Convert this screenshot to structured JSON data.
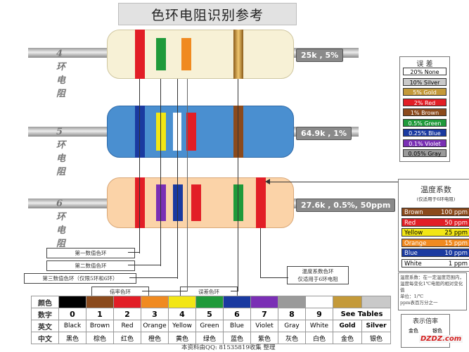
{
  "title": "色环电阻识别参考",
  "resistors": [
    {
      "label": "4环电阻",
      "value": "25k , 5%",
      "body_color": "#f7f1d6",
      "bands": [
        "#e21e26",
        "#1f9a3a",
        "#f08a20",
        "#c89240"
      ]
    },
    {
      "label": "5环电阻",
      "value": "64.9k , 1%",
      "body_color": "#4a8fd0",
      "bands": [
        "#1a3aa0",
        "#f2e615",
        "#ffffff",
        "#e21e26",
        "#8b4a1c"
      ]
    },
    {
      "label": "6环电阻",
      "value": "27.6k , 0.5%, 50ppm",
      "body_color": "#fbd3a8",
      "bands": [
        "#e21e26",
        "#7a2fb5",
        "#1a3aa0",
        "#e21e26",
        "#1f9a3a",
        "#e21e26"
      ]
    }
  ],
  "tolerance": {
    "title": "误 差",
    "rows": [
      {
        "text": "20% None",
        "bg": "#ffffff",
        "fg": "#000000"
      },
      {
        "text": "10% Silver",
        "bg": "#c9c9c9",
        "fg": "#000000"
      },
      {
        "text": "5% Gold",
        "bg": "#c49a3a",
        "fg": "#ffffff"
      },
      {
        "text": "2% Red",
        "bg": "#e21e26",
        "fg": "#ffffff"
      },
      {
        "text": "1% Brown",
        "bg": "#8b4a1c",
        "fg": "#ffffff"
      },
      {
        "text": "0.5% Green",
        "bg": "#1f9a3a",
        "fg": "#ffffff"
      },
      {
        "text": "0.25% Blue",
        "bg": "#1a3aa0",
        "fg": "#ffffff"
      },
      {
        "text": "0.1% Violet",
        "bg": "#7a2fb5",
        "fg": "#ffffff"
      },
      {
        "text": "0.05% Gray",
        "bg": "#9a9a9a",
        "fg": "#000000"
      }
    ]
  },
  "temp_coef": {
    "title": "温度系数",
    "subtitle": "(仅适用于6环电阻)",
    "rows": [
      {
        "color": "Brown",
        "value": "100 ppm",
        "bg": "#8b4a1c",
        "fg": "#ffffff"
      },
      {
        "color": "Red",
        "value": "50 ppm",
        "bg": "#e21e26",
        "fg": "#ffffff"
      },
      {
        "color": "Yellow",
        "value": "25 ppm",
        "bg": "#f2e615",
        "fg": "#000000"
      },
      {
        "color": "Orange",
        "value": "15 ppm",
        "bg": "#f08a20",
        "fg": "#ffffff"
      },
      {
        "color": "Blue",
        "value": "10 ppm",
        "bg": "#1a3aa0",
        "fg": "#ffffff"
      },
      {
        "color": "White",
        "value": "1 ppm",
        "bg": "#ffffff",
        "fg": "#000000"
      }
    ]
  },
  "callouts": {
    "first_digit": "第一数值色环",
    "second_digit": "第二数值色环",
    "third_digit": "第三数值色环（仅限5环和6环）",
    "multiplier": "倍率色环",
    "tolerance": "误差色环",
    "temp_coef_line1": "温度系数色环",
    "temp_coef_line2": "仅适用于6环电阻"
  },
  "note": {
    "text1": "温度系数：在一定温度范围内，温度每变化1℃电阻的相对变化值",
    "text2": "单位：1/℃",
    "text3": "ppm表百万分之一"
  },
  "legend": {
    "title": "表示倍率",
    "labels": [
      "金色",
      "银色"
    ]
  },
  "table": {
    "row_labels": [
      "颜色",
      "数字",
      "英文",
      "中文"
    ],
    "colors": [
      "#000000",
      "#8b4a1c",
      "#e21e26",
      "#f08a20",
      "#f2e615",
      "#1f9a3a",
      "#1a3aa0",
      "#7a2fb5",
      "#9a9a9a",
      "#ffffff"
    ],
    "digits": [
      "0",
      "1",
      "2",
      "3",
      "4",
      "5",
      "6",
      "7",
      "8",
      "9"
    ],
    "english": [
      "Black",
      "Brown",
      "Red",
      "Orange",
      "Yellow",
      "Green",
      "Blue",
      "Violet",
      "Gray",
      "White"
    ],
    "chinese": [
      "黑色",
      "棕色",
      "红色",
      "橙色",
      "黄色",
      "绿色",
      "蓝色",
      "紫色",
      "灰色",
      "白色"
    ],
    "see_tables": "See Tables",
    "extra_english": [
      "Gold",
      "Silver"
    ],
    "extra_chinese": [
      "金色",
      "银色"
    ],
    "extra_colors": [
      "#c49a3a",
      "#c9c9c9"
    ]
  },
  "footer": "本资料由QQ: 81535819收集 整理",
  "watermark": "DZDZ.com"
}
